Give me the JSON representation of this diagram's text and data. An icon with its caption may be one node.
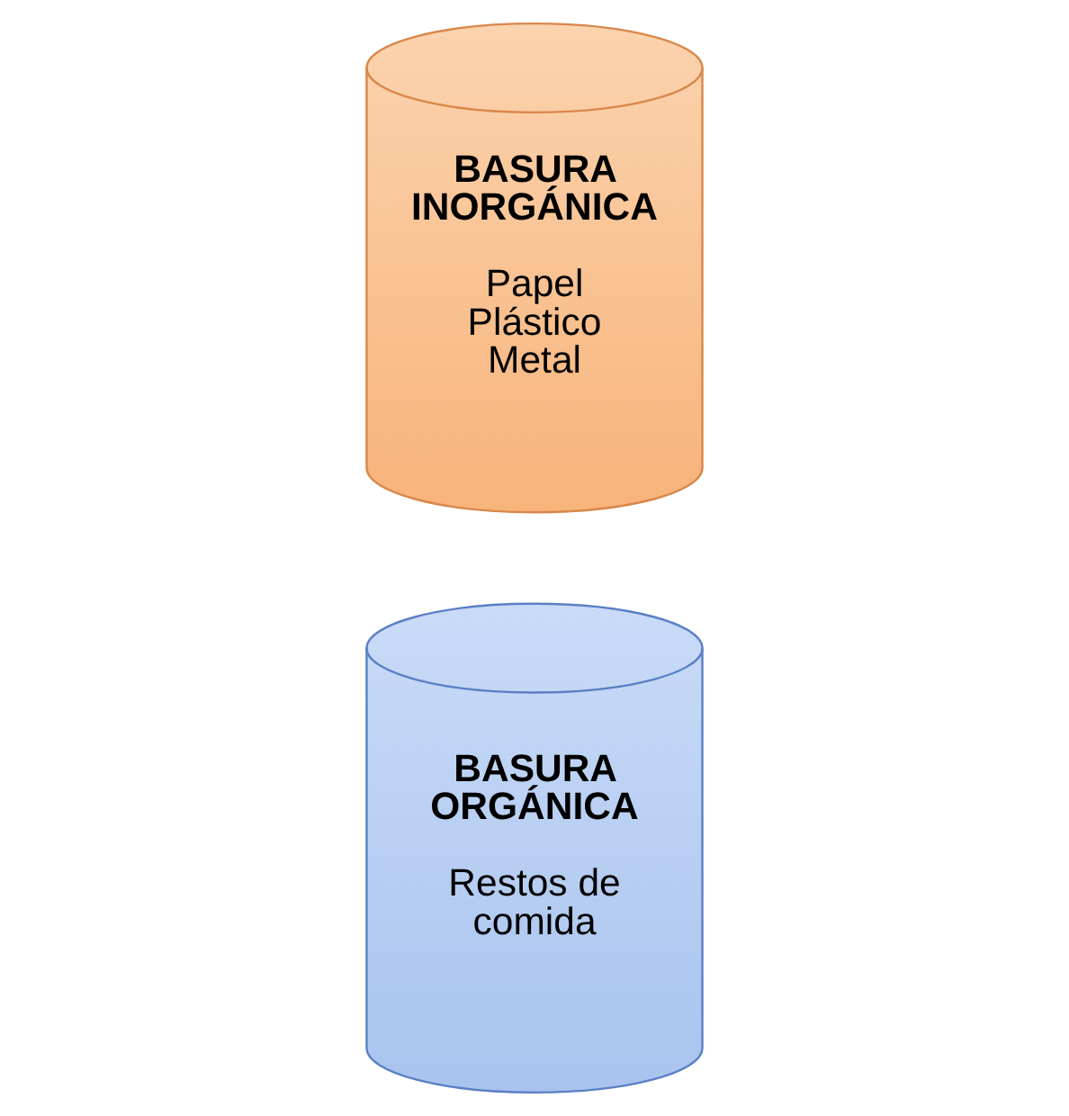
{
  "diagram": {
    "nodes": [
      {
        "text": [
          "BASURA ORGÁNICA",
          "Restos de comida"
        ]
      },
      {
        "text": [
          "BASURA INORGÁNICA",
          "Papel Plástico Metal"
        ]
      }
    ],
    "edges": []
  }
}
